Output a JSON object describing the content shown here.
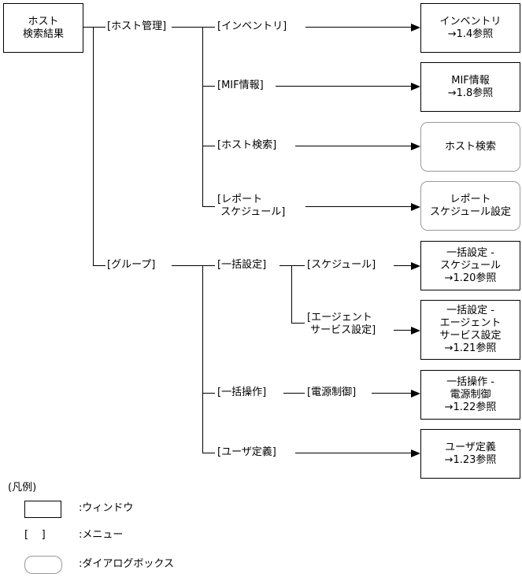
{
  "root": {
    "line1": "ホスト",
    "line2": "検索結果"
  },
  "menus": {
    "host_mgmt": "[ホスト管理]",
    "inventory": "[インベントリ]",
    "mif": "[MIF情報]",
    "host_search": "[ホスト検索]",
    "report_line1": "[レポート",
    "report_line2": " スケジュール]",
    "group": "[グループ]",
    "bulk_settings": "[一括設定]",
    "schedule": "[スケジュール]",
    "agent_line1": "[エージェント",
    "agent_line2": " サービス設定]",
    "bulk_operation": "[一括操作]",
    "power_control": "[電源制御]",
    "user_def": "[ユーザ定義]"
  },
  "windows": {
    "inventory": [
      "インベントリ",
      "→1.4参照"
    ],
    "mif": [
      "MIF情報",
      "→1.8参照"
    ],
    "host_search": [
      "ホスト検索"
    ],
    "report_schedule": [
      "レポート",
      "スケジュール設定"
    ],
    "bulk_schedule": [
      "一括設定 -",
      "スケジュール",
      "→1.20参照"
    ],
    "bulk_agent": [
      "一括設定 -",
      "エージェント",
      "サービス設定",
      "→1.21参照"
    ],
    "bulk_power": [
      "一括操作 -",
      "電源制御",
      "→1.22参照"
    ],
    "user_def": [
      "ユーザ定義",
      "→1.23参照"
    ]
  },
  "legend": {
    "title": "(凡例)",
    "window_label": ":ウィンドウ",
    "menu_symbol": "[    ]",
    "menu_label": ":メニュー",
    "dialog_label": ":ダイアログボックス"
  }
}
